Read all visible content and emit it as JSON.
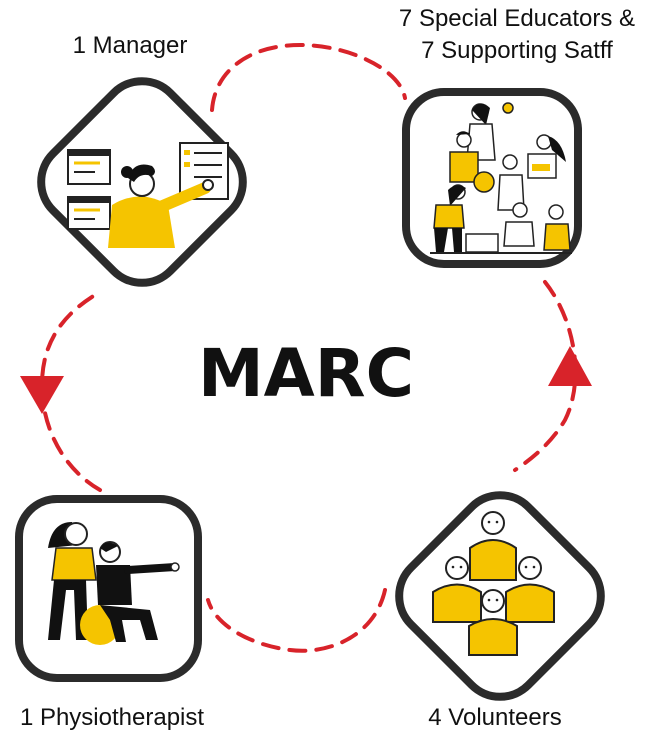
{
  "center": {
    "title": "MARC"
  },
  "nodes": {
    "manager": {
      "label_lines": [
        "1 Manager"
      ],
      "icon": "manager-presenting-icon"
    },
    "educators": {
      "label_lines": [
        "7 Special Educators &",
        "7 Supporting Satff"
      ],
      "icon": "team-collaboration-icon"
    },
    "physiotherapist": {
      "label_lines": [
        "1 Physiotherapist"
      ],
      "icon": "physiotherapy-session-icon"
    },
    "volunteers": {
      "label_lines": [
        "4 Volunteers"
      ],
      "icon": "people-group-icon"
    }
  },
  "colors": {
    "accent": "#f5c400",
    "connector": "#d8232a",
    "frame": "#2b2b2b",
    "text": "#111111"
  }
}
